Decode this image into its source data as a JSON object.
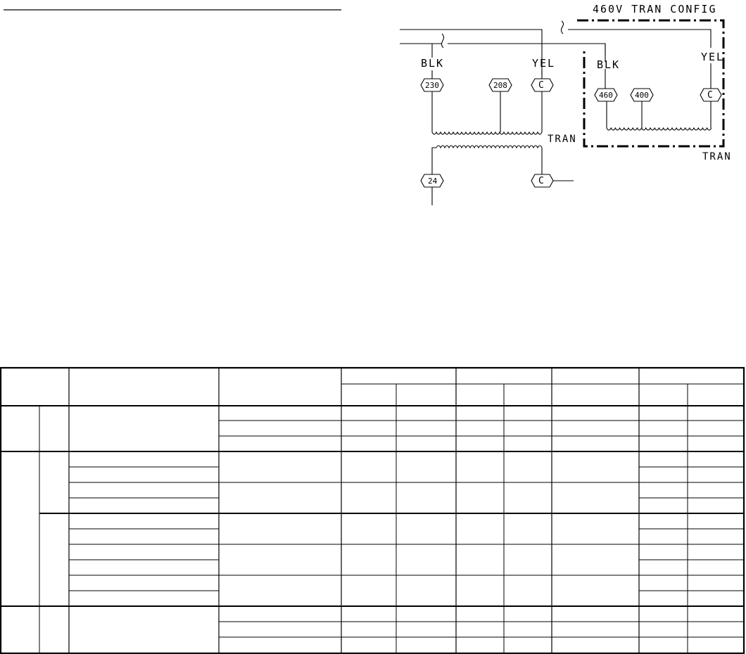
{
  "diagram": {
    "config_title": "460V TRAN CONFIG",
    "wires": {
      "blk": "BLK",
      "yel": "YEL",
      "blk_config": "BLK",
      "yel_config": "YEL"
    },
    "terminals": {
      "t230": "230",
      "t208": "208",
      "common_primary": "C",
      "t24": "24",
      "common_secondary": "C",
      "t460": "460",
      "t400": "400",
      "common_config": "C"
    },
    "transformer_label": "TRAN",
    "transformer_label_config": "TRAN"
  },
  "table": {
    "headers": []
  }
}
